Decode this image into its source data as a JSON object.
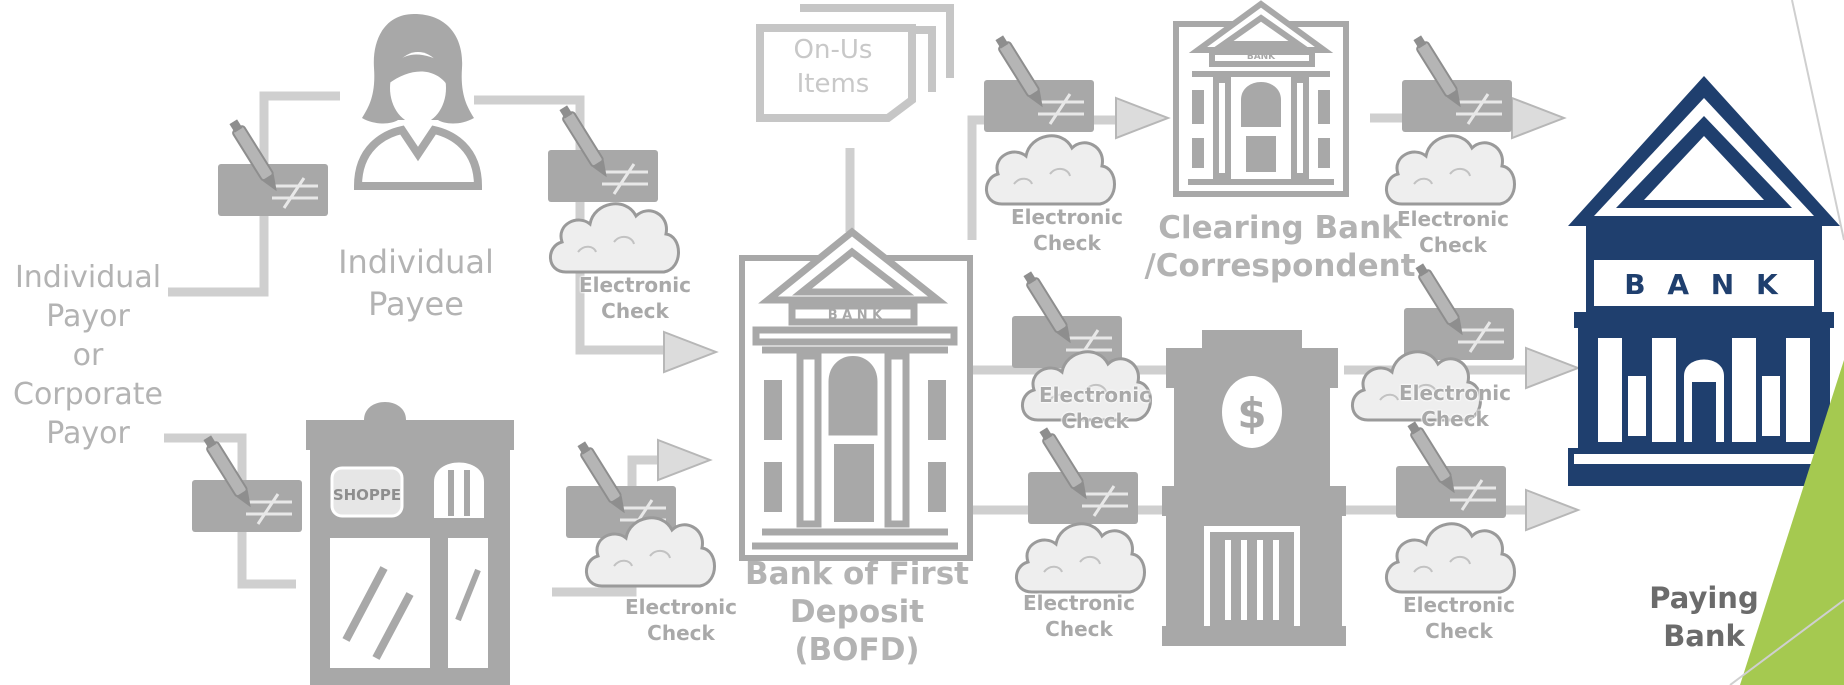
{
  "labels": {
    "individual_payor": [
      "Individual",
      "Payor"
    ],
    "or": "or",
    "corporate_payor": [
      "Corporate",
      "Payor"
    ],
    "individual_payee": [
      "Individual",
      "Payee"
    ],
    "on_us": [
      "On-Us",
      "Items"
    ],
    "bofd": [
      "Bank of First",
      "Deposit",
      "(BOFD)"
    ],
    "clearing": [
      "Clearing Bank",
      "/Correspondent"
    ],
    "paying_bank": [
      "Paying",
      "Bank"
    ],
    "electronic_check": [
      "Electronic",
      "Check"
    ]
  },
  "bank_sign": "BANK",
  "bank_sign_spaced": "B A N K",
  "shoppe_sign": "SHOPPE",
  "atm_symbol": "$",
  "icons": [
    "person-icon",
    "shop-icon",
    "bank-icon",
    "check-pen-icon",
    "cloud-icon",
    "atm-bank-icon",
    "arrow-icon"
  ],
  "colors": {
    "gray_icon": "#a8a8a8",
    "light_gray_line": "#cfcfcf",
    "label_gray": "#b3b3b3",
    "paying_bank_blue": "#1f3f6e",
    "accent_green": "#a5c950"
  }
}
